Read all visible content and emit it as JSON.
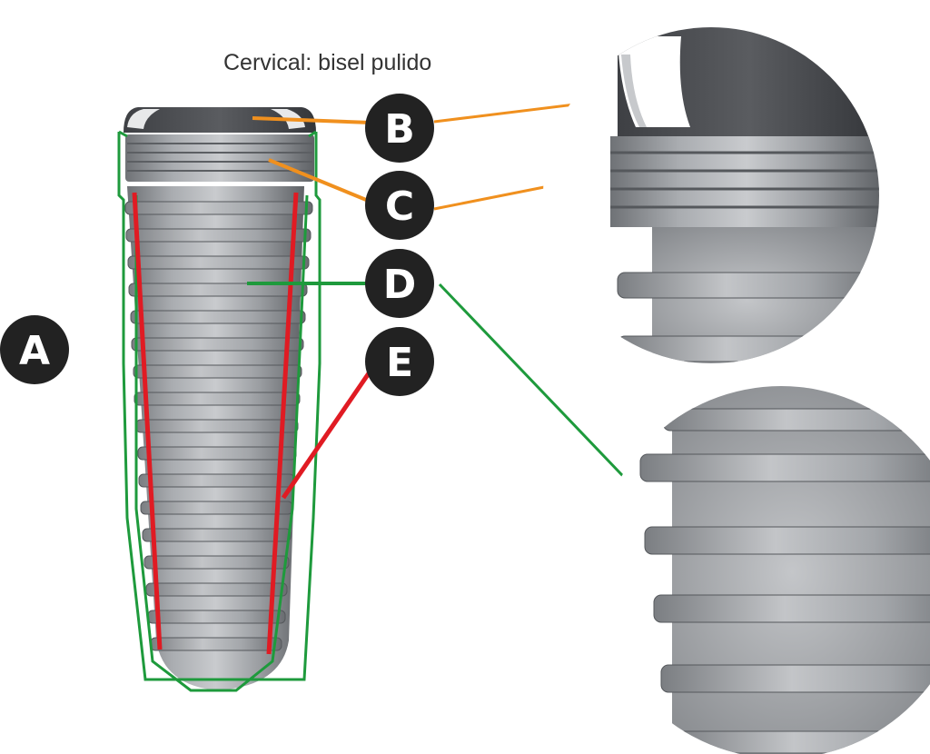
{
  "caption": "Cervical: bisel pulido",
  "labels": {
    "a": "A",
    "b": "B",
    "c": "C",
    "d": "D",
    "e": "E"
  },
  "colors": {
    "background": "#ffffff",
    "badge": "#222222",
    "leader_orange": "#f0901e",
    "leader_green": "#1e9a3c",
    "leader_red": "#e01b23",
    "implant_metal": "#8c8f93",
    "collar_dark": "#4a4c50"
  }
}
